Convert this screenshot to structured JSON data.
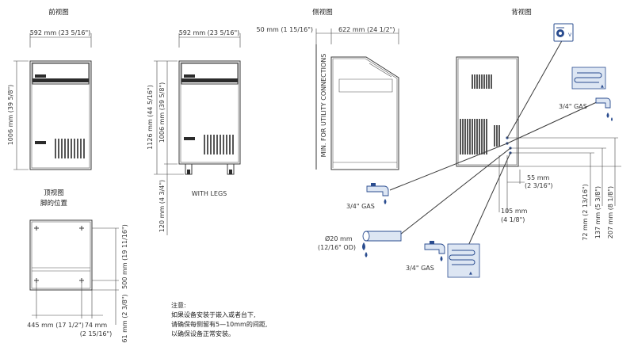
{
  "titles": {
    "front": "前视图",
    "side": "侧视图",
    "back": "背视图",
    "top": "顶视图",
    "top_sub": "脚的位置"
  },
  "dimensions": {
    "front_width": "592 mm (23 5/16\")",
    "front_height": "1006 mm (39 5/8\")",
    "legs_width": "592 mm (23 5/16\")",
    "legs_total_height": "1126 mm (44 5/16\")",
    "legs_body_height": "1006 mm (39 5/8\")",
    "legs_leg_height": "120 mm (4 3/4\")",
    "legs_label": "WITH LEGS",
    "side_clearance": "50 mm (1 15/16\")",
    "side_depth": "622 mm (24 1/2\")",
    "side_vertical_label": "MIN. FOR UTILITY CONNECTIONS",
    "top_depth": "500 mm (19 11/16\")",
    "top_front": "61 mm (2 3/8\")",
    "top_width": "445 mm (17 1/2\")",
    "top_side": "74 mm",
    "top_side_in": "(2 15/16\")",
    "back_55": "55 mm",
    "back_55_in": "(2 3/16\")",
    "back_105": "105 mm",
    "back_105_in": "(4 1/8\")",
    "back_72": "72 mm (2 13/16\")",
    "back_137": "137 mm (5 3/8\")",
    "back_207": "207 mm (8 1/8\")"
  },
  "connections": {
    "gas_top": "3/4\" GAS",
    "gas_left": "3/4\" GAS",
    "gas_bottom": "3/4\" GAS",
    "drain": "Ø20 mm",
    "drain_od": "(12/16\" OD)"
  },
  "notes": {
    "heading": "注意:",
    "line1": "如果设备安装于嵌入或者台下,",
    "line2": "请确保每侧留有5—10mm的间距,",
    "line3": "以确保设备正常安装。"
  },
  "icons": {
    "electrical": "electrical-plug-icon",
    "water_tap": "water-tap-icon",
    "drain": "drain-pipe-icon",
    "filter": "water-filter-icon"
  },
  "colors": {
    "line": "#3a3a3a",
    "accent_blue": "#2a4c8f",
    "panel_fill": "#dde6f3"
  }
}
